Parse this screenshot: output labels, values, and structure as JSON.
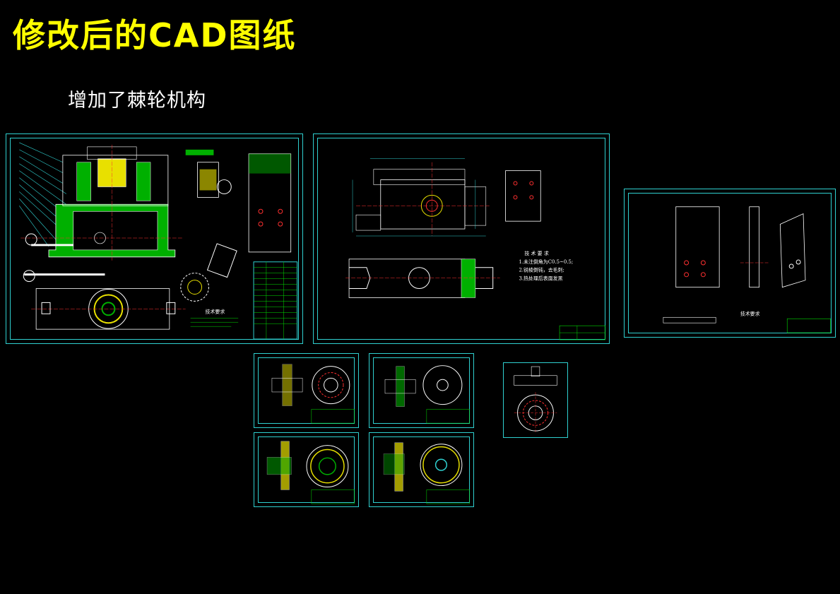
{
  "page": {
    "title": "修改后的CAD图纸",
    "subtitle": "增加了棘轮机构"
  },
  "sheets": {
    "assembly": {
      "notes_heading": "技术要求"
    },
    "fixture_body": {
      "notes_heading": "技 术 要 求",
      "notes": [
        "1.未注倒角为C0.5~0.5;",
        "2.锐棱倒钝，去毛刺;",
        "3.热处理后表面发黑"
      ]
    },
    "plate": {
      "notes_heading": "技术要求"
    }
  },
  "colors": {
    "background": "#000000",
    "title": "#ffff00",
    "frame": "#2fd0d0",
    "outline": "#ffffff",
    "section": "#00c000",
    "hatch": "#ffff00",
    "centerline": "#ff3030",
    "dimension": "#00e0e0"
  }
}
